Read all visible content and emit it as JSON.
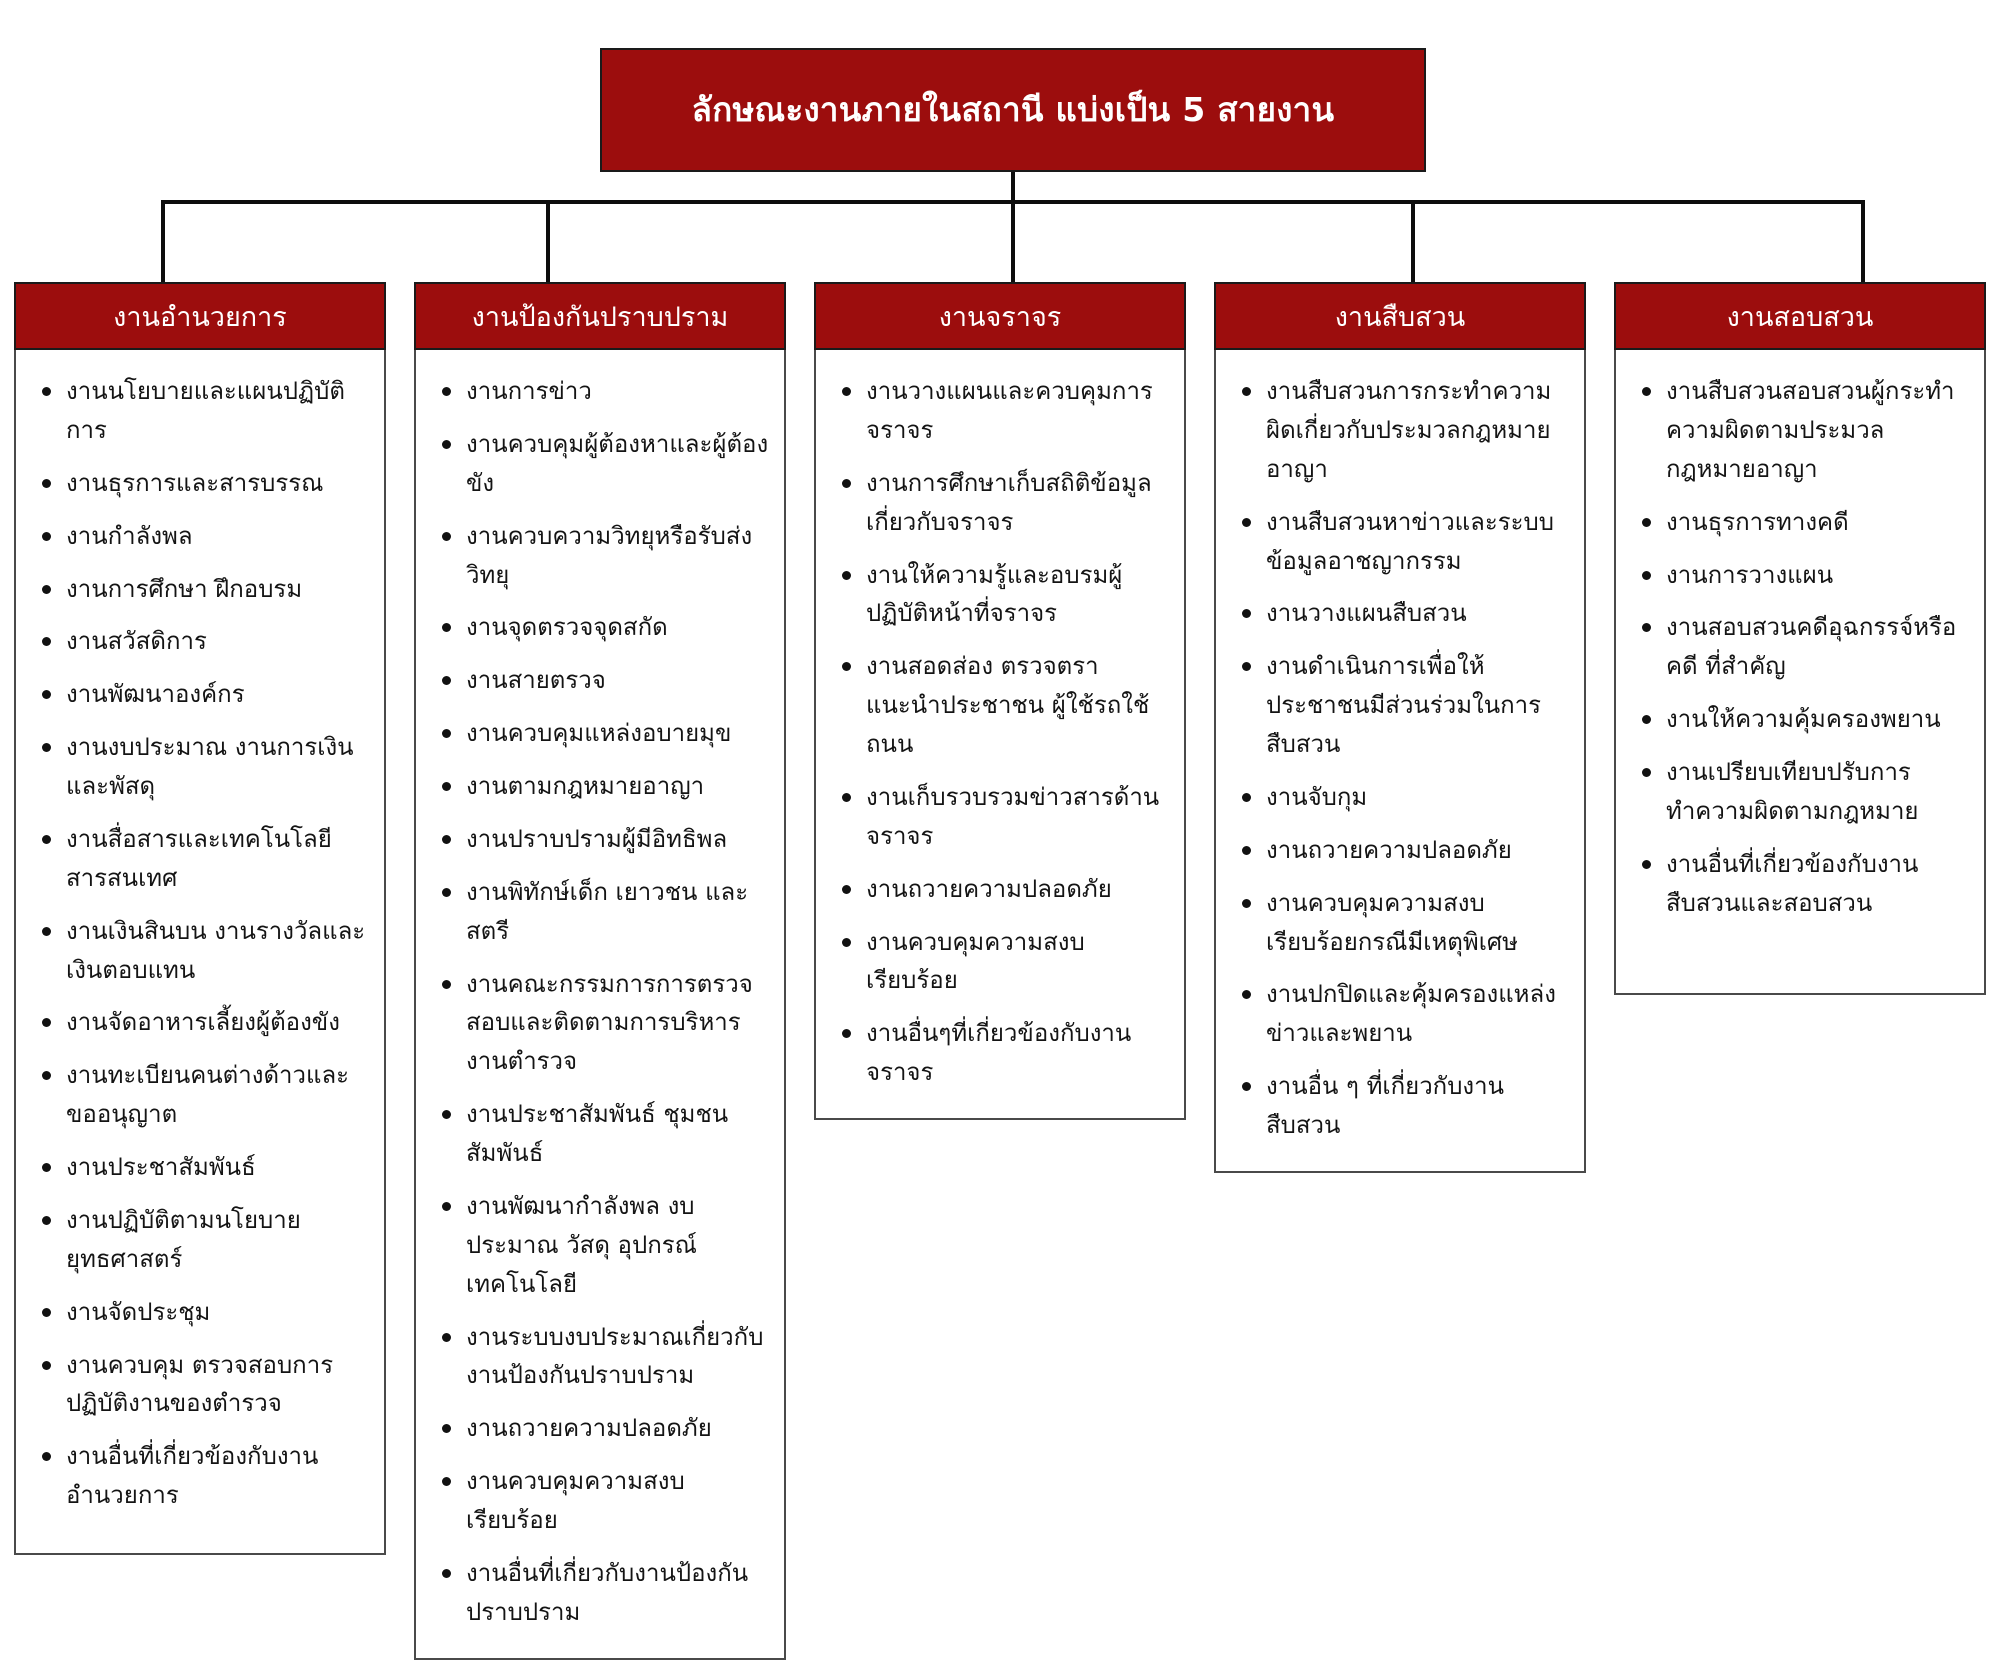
{
  "theme": {
    "accent": "#9c0d0d",
    "border": "#4a4a4a",
    "line": "#0d0d0d",
    "text": "#141414",
    "header_text": "#ffffff"
  },
  "root": {
    "title": "ลักษณะงานภายในสถานี แบ่งเป็น 5 สายงาน"
  },
  "columns": [
    {
      "header": "งานอำนวยการ",
      "items": [
        "งานนโยบายและแผนปฏิบัติการ",
        "งานธุรการและสารบรรณ",
        "งานกำลังพล",
        "งานการศึกษา ฝึกอบรม",
        "งานสวัสดิการ",
        "งานพัฒนาองค์กร",
        "งานงบประมาณ งานการเงินและพัสดุ",
        "งานสื่อสารและเทคโนโลยีสารสนเทศ",
        "งานเงินสินบน งานรางวัลและเงินตอบแทน",
        "งานจัดอาหารเลี้ยงผู้ต้องขัง",
        "งานทะเบียนคนต่างด้าวและขออนุญาต",
        "งานประชาสัมพันธ์",
        "งานปฏิบัติตามนโยบายยุทธศาสตร์",
        "งานจัดประชุม",
        "งานควบคุม ตรวจสอบการปฏิบัติงานของตำรวจ",
        "งานอื่นที่เกี่ยวข้องกับงานอำนวยการ"
      ]
    },
    {
      "header": "งานป้องกันปราบปราม",
      "items": [
        "งานการข่าว",
        "งานควบคุมผู้ต้องหาและผู้ต้องขัง",
        "งานควบความวิทยุหรือรับส่งวิทยุ",
        "งานจุดตรวจจุดสกัด",
        "งานสายตรวจ",
        "งานควบคุมแหล่งอบายมุข",
        "งานตามกฎหมายอาญา",
        "งานปราบปรามผู้มีอิทธิพล",
        "งานพิทักษ์เด็ก เยาวชน และสตรี",
        "งานคณะกรรมการการตรวจสอบและติดตามการบริหารงานตำรวจ",
        "งานประชาสัมพันธ์ ชุมชนสัมพันธ์",
        "งานพัฒนากำลังพล งบประมาณ วัสดุ อุปกรณ์ เทคโนโลยี",
        "งานระบบงบประมาณเกี่ยวกับงานป้องกันปราบปราม",
        "งานถวายความปลอดภัย",
        "งานควบคุมความสงบเรียบร้อย",
        "งานอื่นที่เกี่ยวกับงานป้องกันปราบปราม"
      ]
    },
    {
      "header": "งานจราจร",
      "items": [
        "งานวางแผนและควบคุมการจราจร",
        "งานการศึกษาเก็บสถิติข้อมูลเกี่ยวกับจราจร",
        "งานให้ความรู้และอบรมผู้ปฏิบัติหน้าที่จราจร",
        "งานสอดส่อง ตรวจตรา แนะนำประชาชน ผู้ใช้รถใช้ถนน",
        "งานเก็บรวบรวมข่าวสารด้านจราจร",
        "งานถวายความปลอดภัย",
        "งานควบคุมความสงบเรียบร้อย",
        "งานอื่นๆที่เกี่ยวข้องกับงานจราจร"
      ]
    },
    {
      "header": "งานสืบสวน",
      "items": [
        "งานสืบสวนการกระทำความผิดเกี่ยวกับประมวลกฎหมายอาญา",
        "งานสืบสวนหาข่าวและระบบข้อมูลอาชญากรรม",
        "งานวางแผนสืบสวน",
        "งานดำเนินการเพื่อให้ประชาชนมีส่วนร่วมในการสืบสวน",
        "งานจับกุม",
        "งานถวายความปลอดภัย",
        "งานควบคุมความสงบเรียบร้อยกรณีมีเหตุพิเศษ",
        "งานปกปิดและคุ้มครองแหล่งข่าวและพยาน",
        "งานอื่น ๆ ที่เกี่ยวกับงานสืบสวน"
      ]
    },
    {
      "header": "งานสอบสวน",
      "items": [
        "งานสืบสวนสอบสวนผู้กระทำความผิดตามประมวลกฎหมายอาญา",
        "งานธุรการทางคดี",
        "งานการวางแผน",
        "งานสอบสวนคดีอุฉกรรจ์หรือคดี ที่สำคัญ",
        "งานให้ความคุ้มครองพยาน",
        "งานเปรียบเทียบปรับการทำความผิดตามกฎหมาย",
        "งานอื่นที่เกี่ยวข้องกับงานสืบสวนและสอบสวน"
      ]
    }
  ]
}
